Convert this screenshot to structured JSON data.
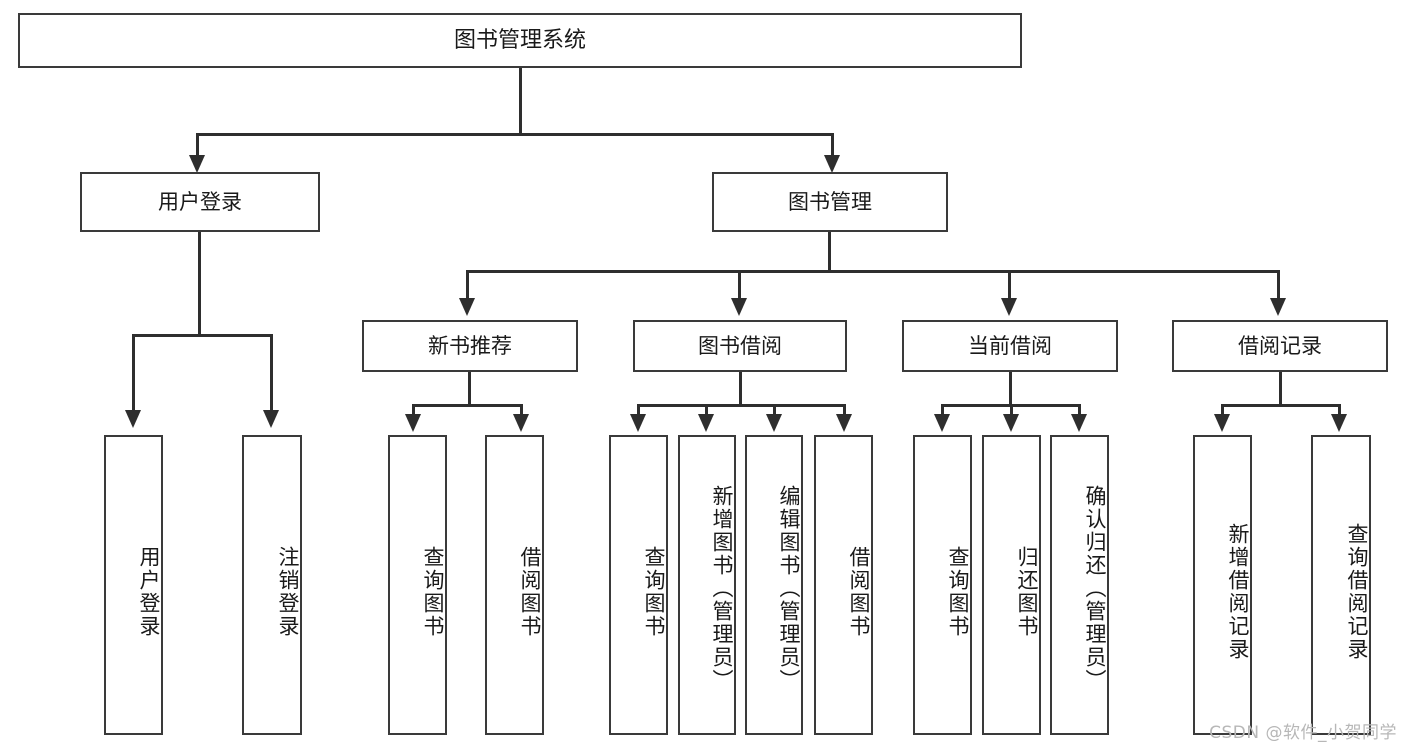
{
  "diagram": {
    "type": "hierarchy-tree",
    "title": "图书管理系统",
    "root": {
      "label": "图书管理系统"
    },
    "level1": [
      {
        "label": "用户登录"
      },
      {
        "label": "图书管理"
      }
    ],
    "level2": [
      {
        "label": "新书推荐"
      },
      {
        "label": "图书借阅"
      },
      {
        "label": "当前借阅"
      },
      {
        "label": "借阅记录"
      }
    ],
    "leaves": {
      "user_login": [
        {
          "label": "用户登录"
        },
        {
          "label": "注销登录"
        }
      ],
      "new_book_recommend": [
        {
          "label": "查询图书"
        },
        {
          "label": "借阅图书"
        }
      ],
      "book_borrow": [
        {
          "label": "查询图书"
        },
        {
          "label": "新增图书（管理员）"
        },
        {
          "label": "编辑图书（管理员）"
        },
        {
          "label": "借阅图书"
        }
      ],
      "current_borrow": [
        {
          "label": "查询图书"
        },
        {
          "label": "归还图书"
        },
        {
          "label": "确认归还（管理员）"
        }
      ],
      "borrow_record": [
        {
          "label": "新增借阅记录"
        },
        {
          "label": "查询借阅记录"
        }
      ]
    },
    "watermark": "CSDN @软件_小贺同学",
    "colors": {
      "border": "#3a3a3a",
      "line": "#2e2e2e",
      "background": "#ffffff",
      "text": "#1a1a1a",
      "watermark": "#b7b7b7"
    }
  }
}
